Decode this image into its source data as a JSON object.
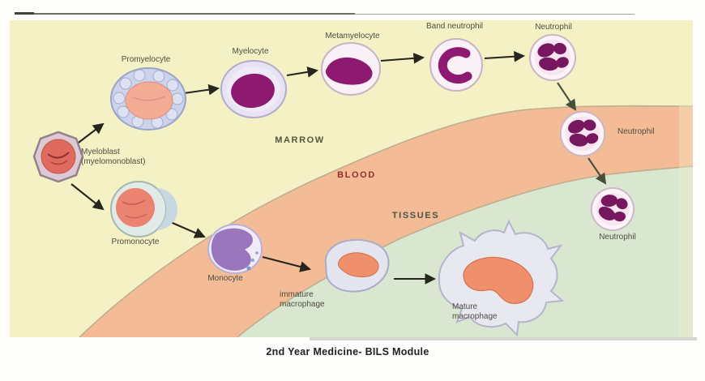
{
  "page": {
    "caption": "2nd Year Medicine- BILS Module"
  },
  "regions": {
    "marrow": {
      "label": "MARROW",
      "color": "#f4f1c4"
    },
    "blood": {
      "label": "BLOOD",
      "color": "#f3bc96"
    },
    "tissues": {
      "label": "TISSUES",
      "color": "#d9e6d0"
    }
  },
  "cells": {
    "myeloblast": {
      "line1": "Myeloblast",
      "line2": "(myelomonoblast)"
    },
    "promyelocyte": {
      "label": "Promyelocyte"
    },
    "myelocyte": {
      "label": "Myelocyte"
    },
    "metamyelocyte": {
      "label": "Metamyelocyte"
    },
    "band_neutrophil": {
      "label": "Band neutrophil"
    },
    "neutrophil_marrow": {
      "label": "Neutrophil"
    },
    "neutrophil_blood": {
      "label": "Neutrophil"
    },
    "neutrophil_tissues": {
      "label": "Neutrophil"
    },
    "promonocyte": {
      "label": "Promonocyte"
    },
    "monocyte": {
      "label": "Monocyte"
    },
    "immature_macrophage": {
      "line1": "immature",
      "line2": "macrophage"
    },
    "mature_macrophage": {
      "line1": "Mature",
      "line2": "macrophage"
    }
  },
  "colors": {
    "nucleus_magenta": "#8d1a70",
    "nucleus_magenta_dark": "#77175f",
    "nucleus_salmon": "#ef8f6b",
    "nucleus_red": "#e06a5d",
    "nucleus_purple": "#9a76bd",
    "band_edge": "#bfae8e"
  }
}
